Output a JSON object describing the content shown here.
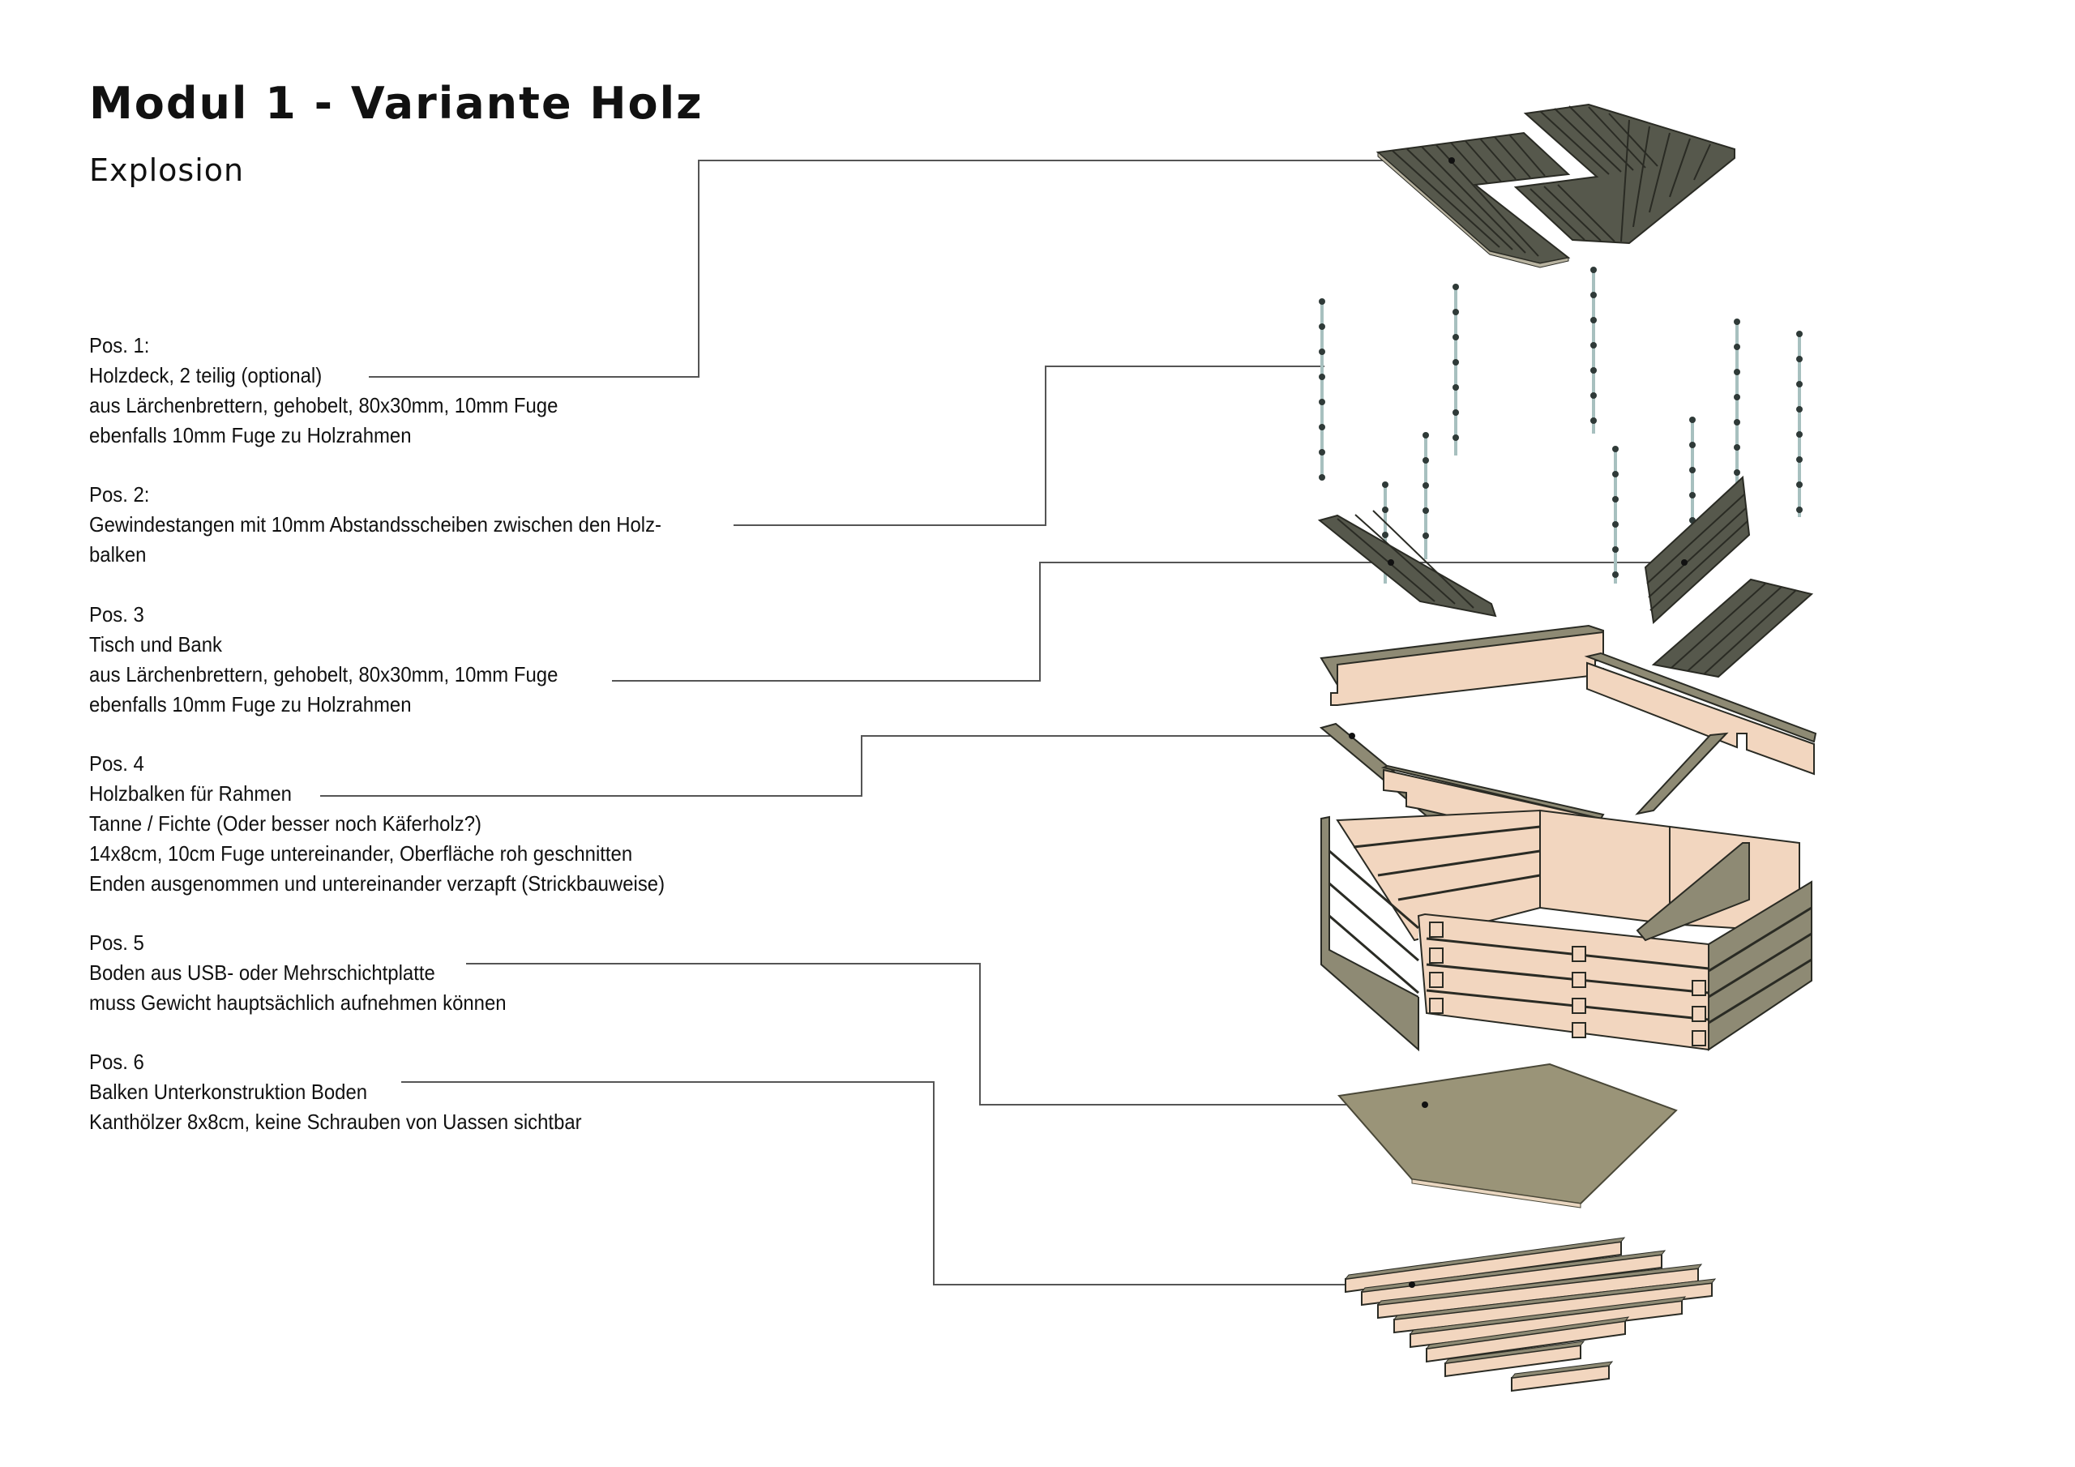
{
  "title": "Modul 1 - Variante Holz",
  "subtitle": "Explosion",
  "positions": [
    {
      "label": "Pos. 1:",
      "lines": [
        "Holzdeck, 2 teilig (optional)",
        "aus Lärchenbrettern, gehobelt, 80x30mm, 10mm Fuge",
        "ebenfalls 10mm Fuge zu Holzrahmen"
      ],
      "part": "holzdeck"
    },
    {
      "label": "Pos. 2:",
      "lines": [
        "Gewindestangen mit 10mm Abstandsscheiben zwischen den Holz-",
        "balken"
      ],
      "part": "gewindestangen"
    },
    {
      "label": "Pos. 3",
      "lines": [
        "Tisch und Bank",
        "aus Lärchenbrettern, gehobelt, 80x30mm, 10mm Fuge",
        "ebenfalls 10mm Fuge zu Holzrahmen"
      ],
      "part": "tisch-und-bank"
    },
    {
      "label": "Pos. 4",
      "lines": [
        "Holzbalken für Rahmen",
        "Tanne / Fichte (Oder besser noch Käferholz?)",
        "14x8cm, 10cm Fuge untereinander, Oberfläche roh geschnitten",
        "Enden ausgenommen und untereinander verzapft (Strickbauweise)"
      ],
      "part": "holzrahmen"
    },
    {
      "label": "Pos. 5",
      "lines": [
        "Boden aus USB- oder Mehrschichtplatte",
        "muss Gewicht hauptsächlich aufnehmen können"
      ],
      "part": "bodenplatte"
    },
    {
      "label": "Pos. 6",
      "lines": [
        "Balken Unterkonstruktion Boden",
        "Kanthölzer 8x8cm, keine Schrauben von Uassen sichtbar"
      ],
      "part": "unterkonstruktion"
    }
  ],
  "colors": {
    "deck_dark": "#56584c",
    "deck_line": "#2a2b24",
    "wood_light": "#f2d6bf",
    "wood_side": "#8e8a74",
    "plate": "#9a9478",
    "rod": "#a7c0bf",
    "leader": "#555555"
  }
}
